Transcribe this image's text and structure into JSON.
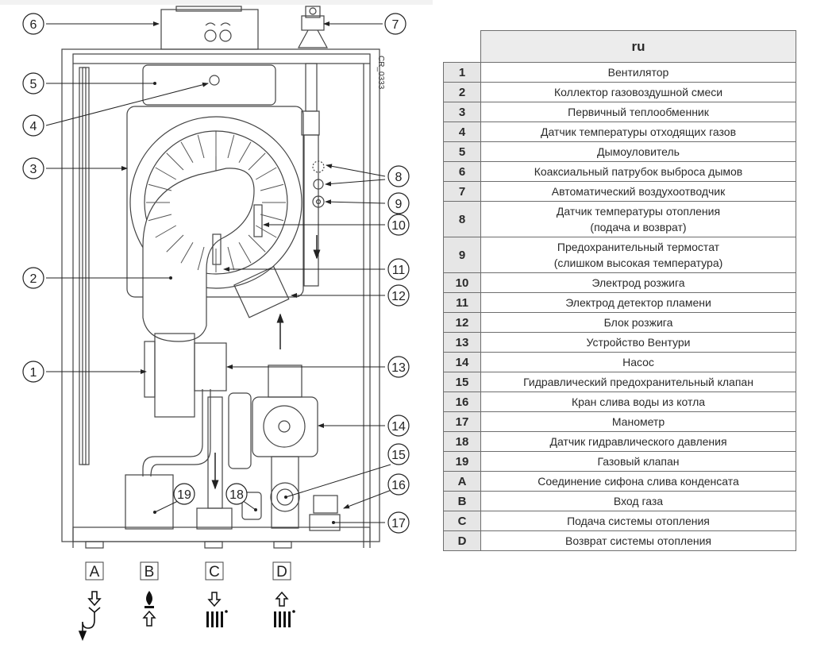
{
  "diagram": {
    "drawing_code": "CR_0333",
    "callouts": [
      {
        "id": "6"
      },
      {
        "id": "7"
      },
      {
        "id": "5"
      },
      {
        "id": "4"
      },
      {
        "id": "3"
      },
      {
        "id": "8"
      },
      {
        "id": "9"
      },
      {
        "id": "10"
      },
      {
        "id": "2"
      },
      {
        "id": "11"
      },
      {
        "id": "12"
      },
      {
        "id": "1"
      },
      {
        "id": "13"
      },
      {
        "id": "14"
      },
      {
        "id": "15"
      },
      {
        "id": "16"
      },
      {
        "id": "19"
      },
      {
        "id": "18"
      },
      {
        "id": "17"
      }
    ],
    "connections": [
      {
        "label": "A",
        "icon": "condensate-drain-icon"
      },
      {
        "label": "B",
        "icon": "gas-inlet-icon"
      },
      {
        "label": "C",
        "icon": "heating-flow-icon"
      },
      {
        "label": "D",
        "icon": "heating-return-icon"
      }
    ]
  },
  "legend": {
    "header": "ru",
    "rows": [
      {
        "num": "1",
        "desc": "Вентилятор"
      },
      {
        "num": "2",
        "desc": "Коллектор газовоздушной смеси"
      },
      {
        "num": "3",
        "desc": "Первичный теплообменник"
      },
      {
        "num": "4",
        "desc": "Датчик температуры отходящих газов"
      },
      {
        "num": "5",
        "desc": "Дымоуловитель"
      },
      {
        "num": "6",
        "desc": "Коаксиальный патрубок выброса дымов"
      },
      {
        "num": "7",
        "desc": "Автоматический воздухоотводчик"
      },
      {
        "num": "8",
        "desc": "Датчик температуры отопления",
        "desc2": "(подача и возврат)"
      },
      {
        "num": "9",
        "desc": "Предохранительный термостат",
        "desc2": "(слишком высокая температура)"
      },
      {
        "num": "10",
        "desc": "Электрод розжига"
      },
      {
        "num": "11",
        "desc": "Электрод детектор пламени"
      },
      {
        "num": "12",
        "desc": "Блок розжига"
      },
      {
        "num": "13",
        "desc": "Устройство Вентури"
      },
      {
        "num": "14",
        "desc": "Насос"
      },
      {
        "num": "15",
        "desc": "Гидравлический предохранительный клапан"
      },
      {
        "num": "16",
        "desc": "Кран слива воды из котла"
      },
      {
        "num": "17",
        "desc": "Манометр"
      },
      {
        "num": "18",
        "desc": "Датчик гидравлического давления"
      },
      {
        "num": "19",
        "desc": "Газовый клапан"
      },
      {
        "num": "A",
        "desc": "Соединение сифона слива конденсата"
      },
      {
        "num": "B",
        "desc": "Вход газа"
      },
      {
        "num": "C",
        "desc": "Подача системы отопления"
      },
      {
        "num": "D",
        "desc": "Возврат системы отопления"
      }
    ]
  }
}
